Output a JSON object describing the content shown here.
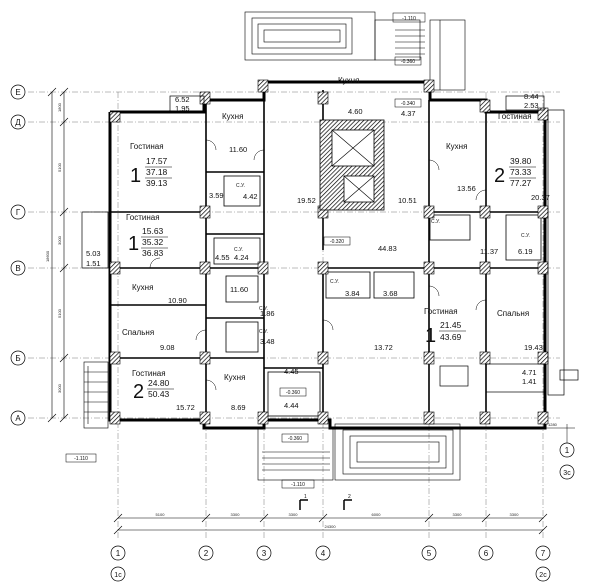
{
  "axes": {
    "rows": [
      "Е",
      "Д",
      "Г",
      "В",
      "Б",
      "А"
    ],
    "columns": [
      "1",
      "2",
      "3",
      "4",
      "5",
      "6",
      "7"
    ],
    "col_tags": {
      "1": "1с",
      "7": "2с"
    },
    "extra_axis": {
      "label": "1",
      "tag": "3с",
      "dimension": "1280"
    }
  },
  "dimensions": {
    "bottom_spans": [
      "5100",
      "3300",
      "3300",
      "6000",
      "3300",
      "3300"
    ],
    "bottom_total": "24300",
    "left_spans": [
      "1800",
      "5100",
      "3000",
      "5100",
      "3000"
    ],
    "left_total": "18600"
  },
  "levels": {
    "top": "-1.110",
    "top_inner": "-0.360",
    "center": "-0.320",
    "upper_right": "-0.340",
    "bottom_entrance": "-0.360",
    "bottom_stair": "-1.110",
    "bottom_inner": "-0.360",
    "left": "-1.110"
  },
  "section_marks": [
    "1",
    "2"
  ],
  "rooms": {
    "r1": "Гостиная",
    "r2": "Кухня",
    "r3": "Кухня",
    "r4": "С.У.",
    "r5": "Гостиная",
    "r6": "Кухня",
    "r7": "С.У.",
    "r8": "С.У.",
    "r9": "Гостиная",
    "r10": "Кухня",
    "r11": "Спальня",
    "r12": "С.У.",
    "r13": "С.У.",
    "r14": "С.У.",
    "r15": "Гостиная",
    "r16": "Спальня",
    "r17": "Гостиная",
    "r18": "Кухня"
  },
  "areas": {
    "a1": "6.52",
    "a2": "1.95",
    "a3": "4.60",
    "a4": "4.37",
    "a5": "8.44",
    "a6": "2.53",
    "a7": "11.60",
    "a8": "13.56",
    "a9": "3.59",
    "a10": "4.42",
    "a11": "19.52",
    "a12": "10.51",
    "a13": "20.37",
    "a14": "15.63",
    "a15": "35.32",
    "a16": "36.83",
    "a17": "5.03",
    "a18": "1.51",
    "a19": "4.55",
    "a20": "4.24",
    "a21": "44.83",
    "a22": "11.37",
    "a23": "6.19",
    "a24": "10.90",
    "a25": "11.60",
    "a26": "1.86",
    "a27": "3.84",
    "a28": "3.68",
    "a29": "9.08",
    "a30": "3.48",
    "a31": "13.72",
    "a32": "19.43",
    "a33": "4.45",
    "a34": "4.71",
    "a35": "1.41",
    "a36": "15.72",
    "a37": "8.69",
    "a38": "4.44"
  },
  "apartments": [
    {
      "rooms": "1",
      "living": "17.57",
      "total": "37.18",
      "with_balcony": "39.13"
    },
    {
      "rooms": "2",
      "living": "39.80",
      "total": "73.33",
      "with_balcony": "77.27"
    },
    {
      "rooms": "1",
      "living": "15.63",
      "total": "35.32",
      "with_balcony": "36.83"
    },
    {
      "rooms": "1",
      "living": "21.45",
      "total": "43.69"
    },
    {
      "rooms": "2",
      "living": "24.80",
      "total": "50.43"
    }
  ]
}
